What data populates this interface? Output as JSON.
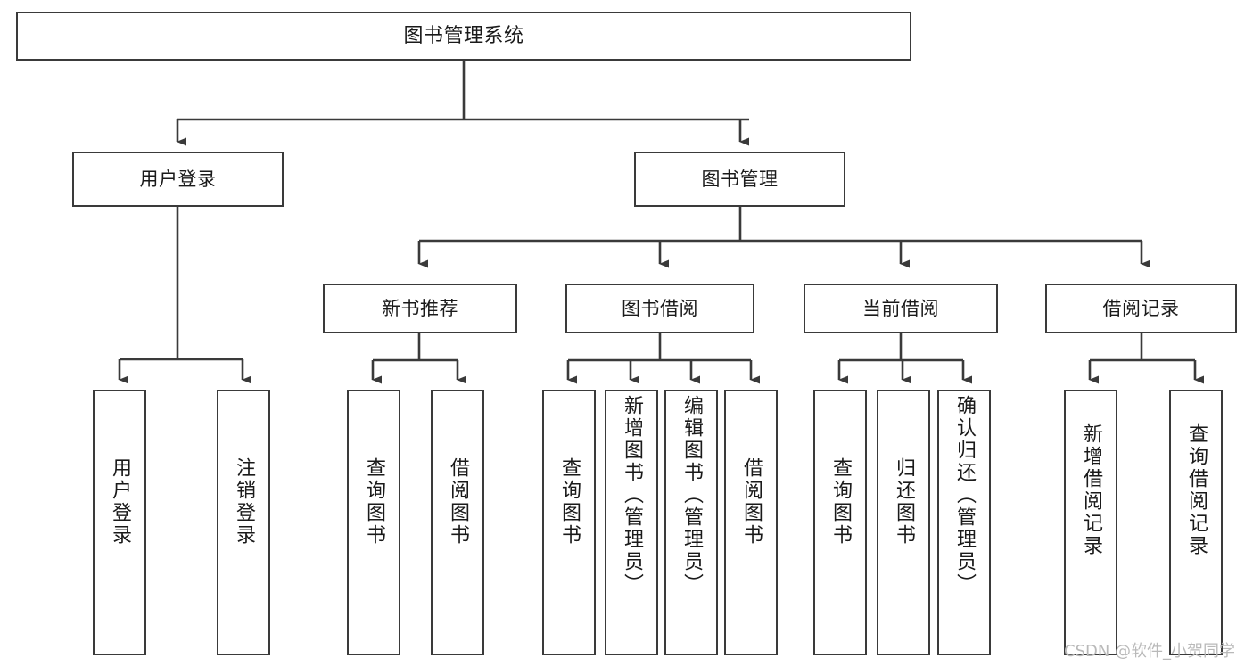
{
  "diagram": {
    "type": "tree-hierarchy",
    "title": "图书管理系统",
    "watermark": "CSDN @软件_小贺同学",
    "levels": 4,
    "root": {
      "id": "root",
      "label": "图书管理系统"
    },
    "level2": [
      {
        "id": "user-login",
        "label": "用户登录"
      },
      {
        "id": "book-management",
        "label": "图书管理"
      }
    ],
    "level3": [
      {
        "id": "new-book-recommend",
        "label": "新书推荐",
        "parent": "book-management"
      },
      {
        "id": "book-borrow",
        "label": "图书借阅",
        "parent": "book-management"
      },
      {
        "id": "current-borrow",
        "label": "当前借阅",
        "parent": "book-management"
      },
      {
        "id": "borrow-record",
        "label": "借阅记录",
        "parent": "book-management"
      }
    ],
    "leaves": {
      "user_login": [
        {
          "id": "leaf-user-login",
          "label": "用户登录"
        },
        {
          "id": "leaf-user-logout",
          "label": "注销登录"
        }
      ],
      "new_book_recommend": [
        {
          "id": "leaf-query-book-1",
          "label": "查询图书"
        },
        {
          "id": "leaf-borrow-book-1",
          "label": "借阅图书"
        }
      ],
      "book_borrow": [
        {
          "id": "leaf-query-book-2",
          "label": "查询图书"
        },
        {
          "id": "leaf-add-book",
          "label": "新增图书（管理员）"
        },
        {
          "id": "leaf-edit-book",
          "label": "编辑图书（管理员）"
        },
        {
          "id": "leaf-borrow-book-2",
          "label": "借阅图书"
        }
      ],
      "current_borrow": [
        {
          "id": "leaf-query-book-3",
          "label": "查询图书"
        },
        {
          "id": "leaf-return-book",
          "label": "归还图书"
        },
        {
          "id": "leaf-confirm-return",
          "label": "确认归还（管理员）"
        }
      ],
      "borrow_record": [
        {
          "id": "leaf-add-record",
          "label": "新增借阅记录"
        },
        {
          "id": "leaf-query-record",
          "label": "查询借阅记录"
        }
      ]
    },
    "colors": {
      "stroke": "#3a3a3a",
      "fill": "#ffffff",
      "text": "#1a1a1a",
      "watermark": "#b9b9b9"
    }
  }
}
